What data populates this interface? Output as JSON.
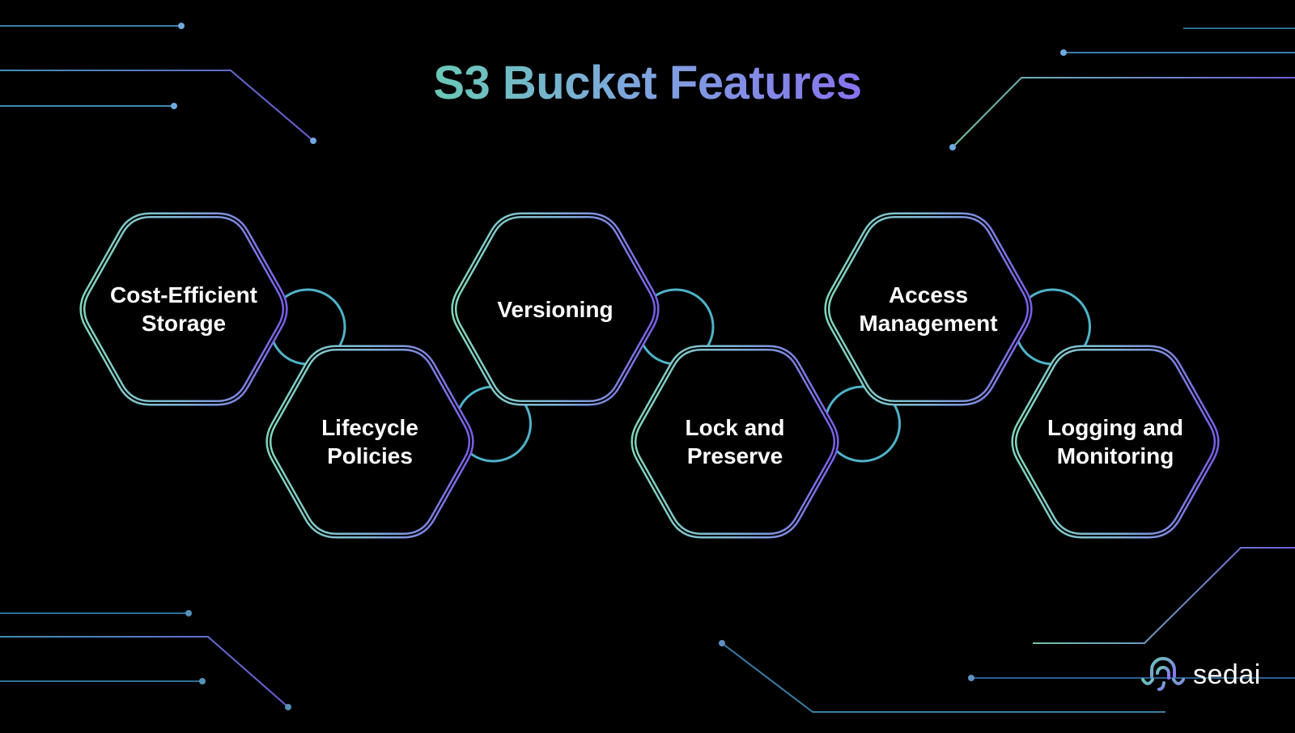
{
  "title": "S3 Bucket Features",
  "features": [
    {
      "label_lines": [
        "Cost-Efficient",
        "Storage"
      ]
    },
    {
      "label_lines": [
        "Lifecycle",
        "Policies"
      ]
    },
    {
      "label_lines": [
        "Versioning"
      ]
    },
    {
      "label_lines": [
        "Lock and",
        "Preserve"
      ]
    },
    {
      "label_lines": [
        "Access",
        "Management"
      ]
    },
    {
      "label_lines": [
        "Logging and",
        "Monitoring"
      ]
    }
  ],
  "brand": {
    "name": "sedai",
    "icon": "sedai-logo-icon"
  },
  "colors": {
    "background": "#000000",
    "accent_teal": "#69c8b6",
    "accent_blue": "#6fa9e0",
    "accent_purple": "#8773ee",
    "text": "#ffffff"
  }
}
